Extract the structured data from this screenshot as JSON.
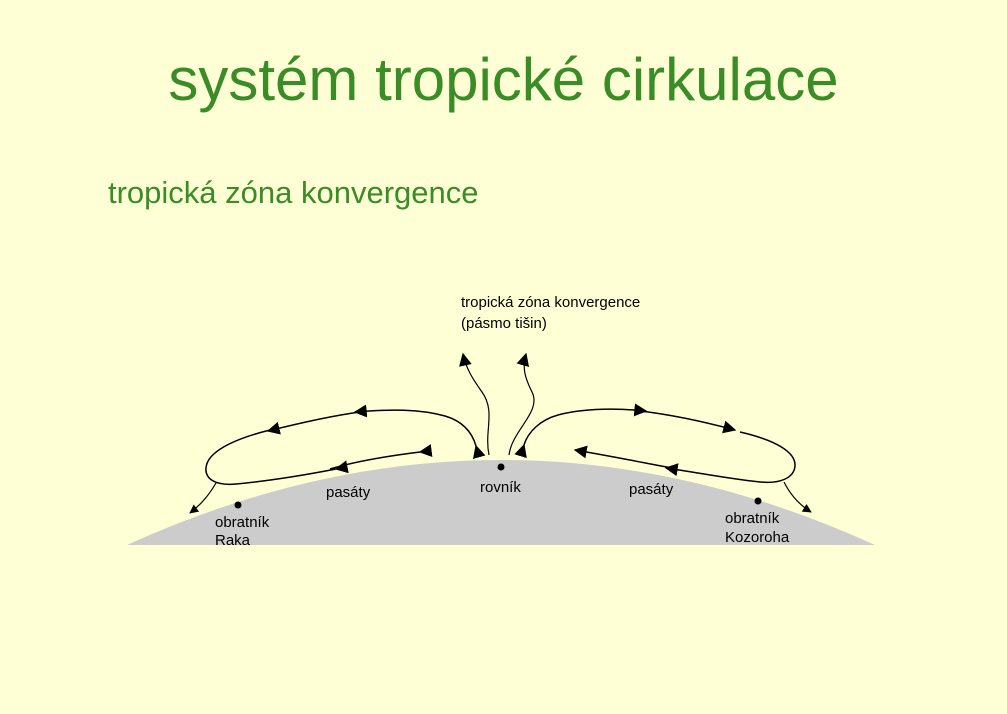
{
  "slide": {
    "title": "systém tropické cirkulace",
    "subtitle": "tropická zóna konvergence"
  },
  "diagram": {
    "itcz_label_line1": "tropická zóna konvergence",
    "itcz_label_line2": "(pásmo tišin)",
    "equator_label": "rovník",
    "trade_winds_left": "pasáty",
    "trade_winds_right": "pasáty",
    "tropic_left_line1": "obratník",
    "tropic_left_line2": "Raka",
    "tropic_right_line1": "obratník",
    "tropic_right_line2": "Kozoroha"
  },
  "colors": {
    "background": "#ffffd6",
    "title": "#3a8c26",
    "earth": "#cccccc"
  }
}
